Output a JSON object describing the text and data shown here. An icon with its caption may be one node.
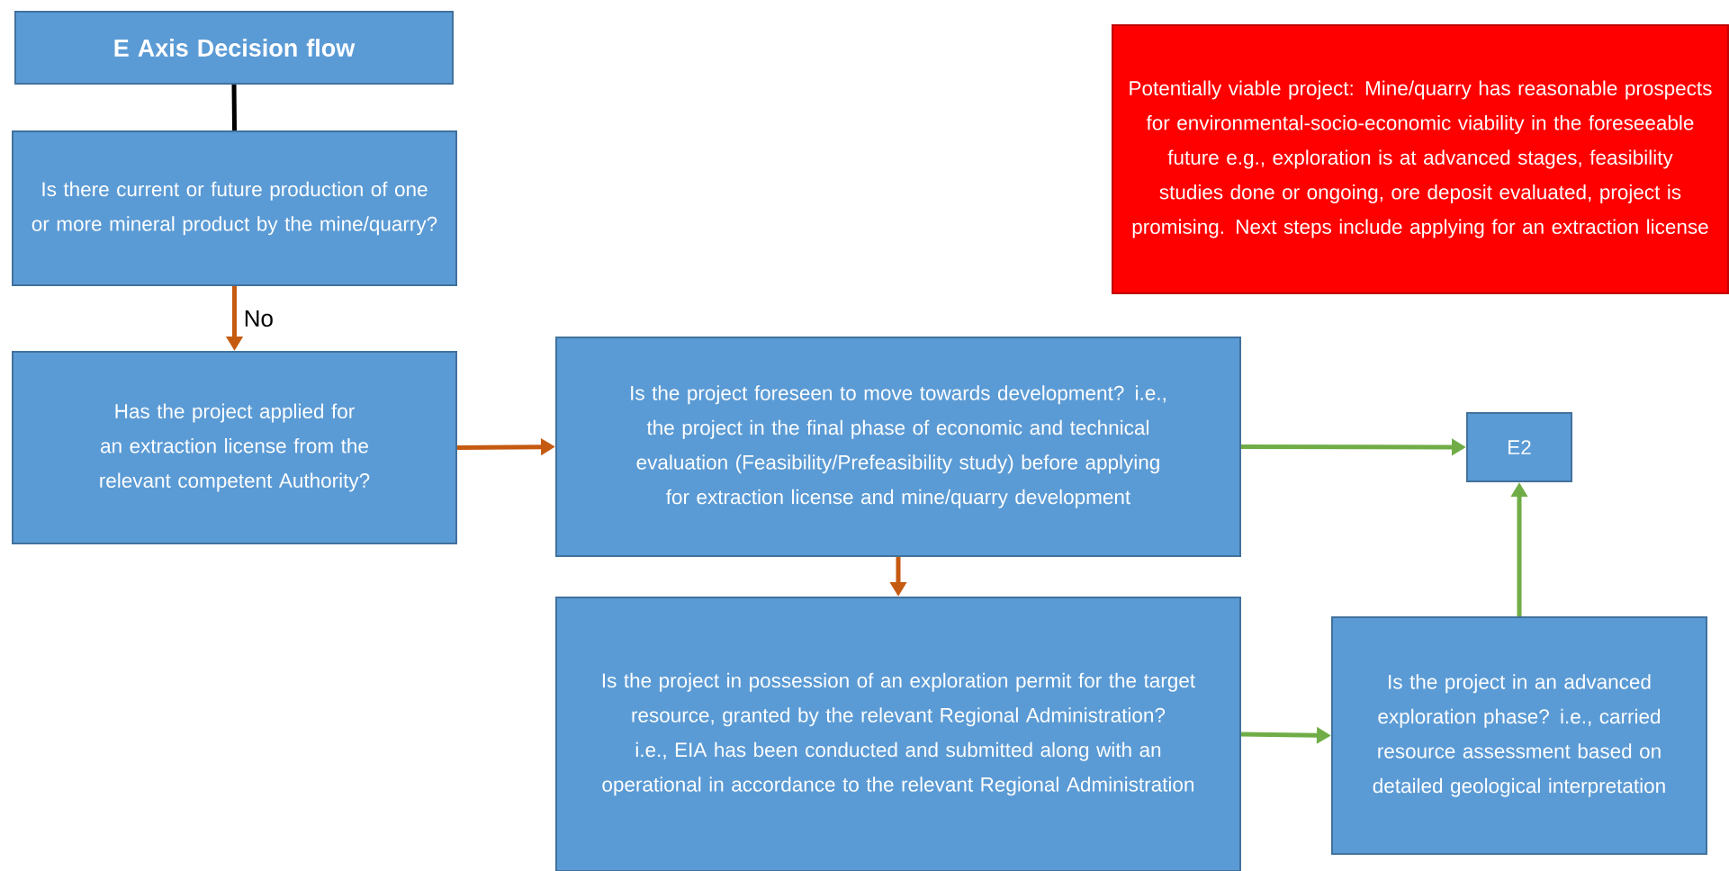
{
  "diagram": {
    "nodes": [
      {
        "text": [
          "E Axis Decision flow"
        ]
      },
      {
        "text": [
          "Is there current or future production of one or more mineral product by the mine/quarry?"
        ]
      },
      {
        "text": [
          "Has the project applied for an extraction license from the relevant competent Authority?"
        ]
      },
      {
        "text": [
          "Is the project foreseen to move towards development? i.e., the project in the final phase of economic and technical evaluation (Feasibility/Prefeasibility study) before applying for extraction license and mine/quarry development"
        ]
      },
      {
        "text": [
          "E2"
        ]
      },
      {
        "text": [
          "Is the project in possession of an exploration permit for the target resource, granted by the relevant Regional Administration? i.e., EIA has been conducted and submitted along with an operational in accordance to the relevant Regional Administration"
        ]
      },
      {
        "text": [
          "Is the project in an advanced exploration phase? i.e., carried resource assessment based on detailed geological interpretation"
        ]
      },
      {
        "text": [
          "Potentially viable project: Mine/quarry has reasonable prospects for environmental-socio-economic viability in the foreseeable future e.g., exploration is at advanced stages, feasibility studies done or ongoing, ore deposit evaluated, project is promising. Next steps include applying for an extraction license"
        ]
      }
    ],
    "edges": [
      {
        "from": 0,
        "to": 1,
        "arrow": "none",
        "color": "#000000"
      },
      {
        "from": 1,
        "to": 2,
        "arrow": "to",
        "label": "No",
        "color": "#c55a11"
      },
      {
        "from": 2,
        "to": 3,
        "arrow": "to",
        "color": "#c55a11"
      },
      {
        "from": 3,
        "to": 4,
        "arrow": "to",
        "color": "#70ad47"
      },
      {
        "from": 3,
        "to": 5,
        "arrow": "to",
        "color": "#c55a11"
      },
      {
        "from": 5,
        "to": 6,
        "arrow": "to",
        "color": "#70ad47"
      },
      {
        "from": 6,
        "to": 4,
        "arrow": "to",
        "color": "#70ad47"
      }
    ]
  }
}
